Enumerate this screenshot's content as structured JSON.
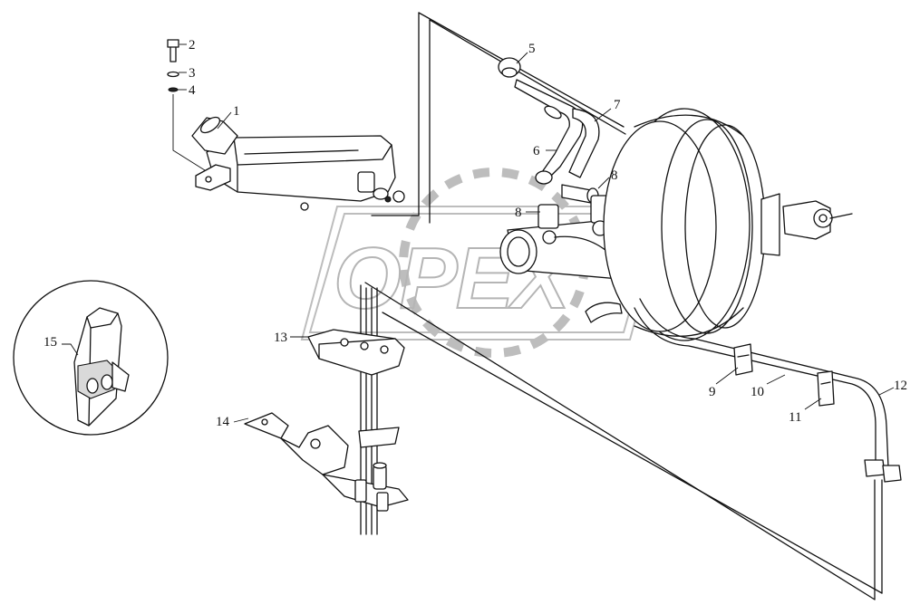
{
  "watermark": {
    "text": "OPEX",
    "color": "#b5b5b5"
  },
  "callouts": [
    {
      "id": "c1",
      "label": "1"
    },
    {
      "id": "c2",
      "label": "2"
    },
    {
      "id": "c3",
      "label": "3"
    },
    {
      "id": "c4",
      "label": "4"
    },
    {
      "id": "c5",
      "label": "5"
    },
    {
      "id": "c6",
      "label": "6"
    },
    {
      "id": "c7",
      "label": "7"
    },
    {
      "id": "c8a",
      "label": "8"
    },
    {
      "id": "c8b",
      "label": "8"
    },
    {
      "id": "c9",
      "label": "9"
    },
    {
      "id": "c10",
      "label": "10"
    },
    {
      "id": "c11",
      "label": "11"
    },
    {
      "id": "c12",
      "label": "12"
    },
    {
      "id": "c13",
      "label": "13"
    },
    {
      "id": "c14",
      "label": "14"
    },
    {
      "id": "c15",
      "label": "15"
    }
  ],
  "colors": {
    "line": "#111111",
    "shade": "#d9d9d9",
    "background": "#ffffff"
  }
}
